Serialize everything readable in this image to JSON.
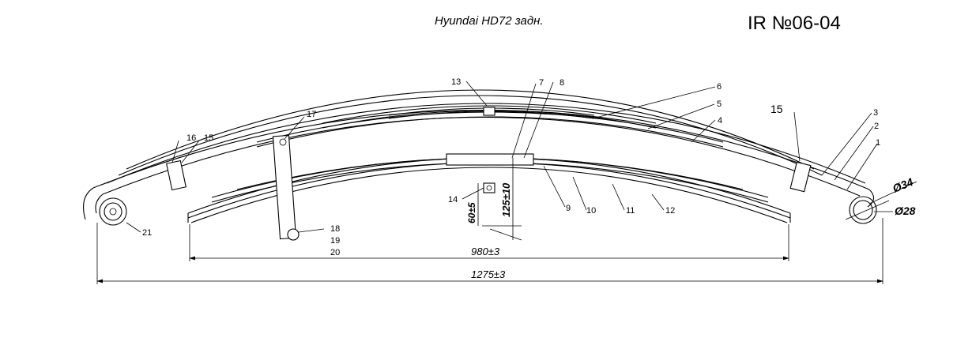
{
  "title": "Hyundai HD72  задн.",
  "code": "IR №06-04",
  "callouts": [
    "1",
    "2",
    "3",
    "4",
    "5",
    "6",
    "7",
    "8",
    "9",
    "10",
    "11",
    "12",
    "13",
    "14",
    "15",
    "15",
    "16",
    "17",
    "18",
    "19",
    "20",
    "21"
  ],
  "dimensions": {
    "overall": "1275±3",
    "inner": "980±3",
    "height": "125±10",
    "offset": "60±5",
    "eye_outer": "Ø34",
    "eye_inner": "Ø28"
  }
}
